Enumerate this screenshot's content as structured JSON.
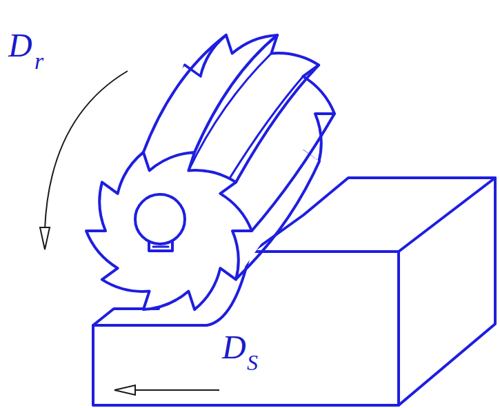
{
  "diagram": {
    "labels": [
      "D",
      "r",
      "D",
      "S"
    ]
  }
}
